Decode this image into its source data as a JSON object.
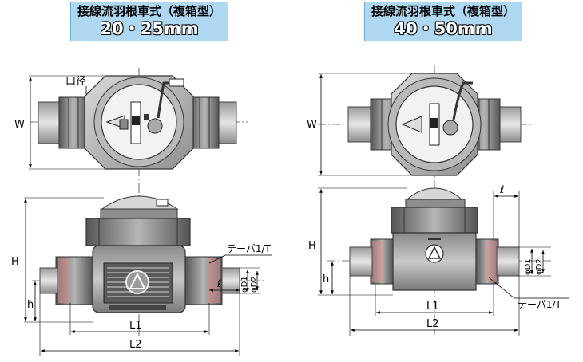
{
  "left": {
    "title_jp": "接線流羽根車式（複箱型）",
    "size": "20・25mm",
    "label_bore": "口径",
    "label_taper": "テーパ1/T",
    "dim_W": "W",
    "dim_H": "H",
    "dim_h": "h",
    "dim_L1": "L1",
    "dim_L2": "L2",
    "dim_l": "ℓ",
    "dim_D1": "φD1",
    "dim_D2": "φD2"
  },
  "right": {
    "title_jp": "接線流羽根車式（複箱型）",
    "size": "40・50mm",
    "label_taper": "テーパ1/T",
    "dim_W": "W",
    "dim_H": "H",
    "dim_h": "h",
    "dim_L1": "L1",
    "dim_L2": "L2",
    "dim_l": "ℓ",
    "dim_D1": "φD1",
    "dim_D2": "φD2"
  },
  "colors": {
    "badge_bg": "#aed7f1",
    "metal_dark": "#6b6b6b",
    "metal_mid": "#9a9a9a",
    "metal_light": "#cfcfcf"
  }
}
